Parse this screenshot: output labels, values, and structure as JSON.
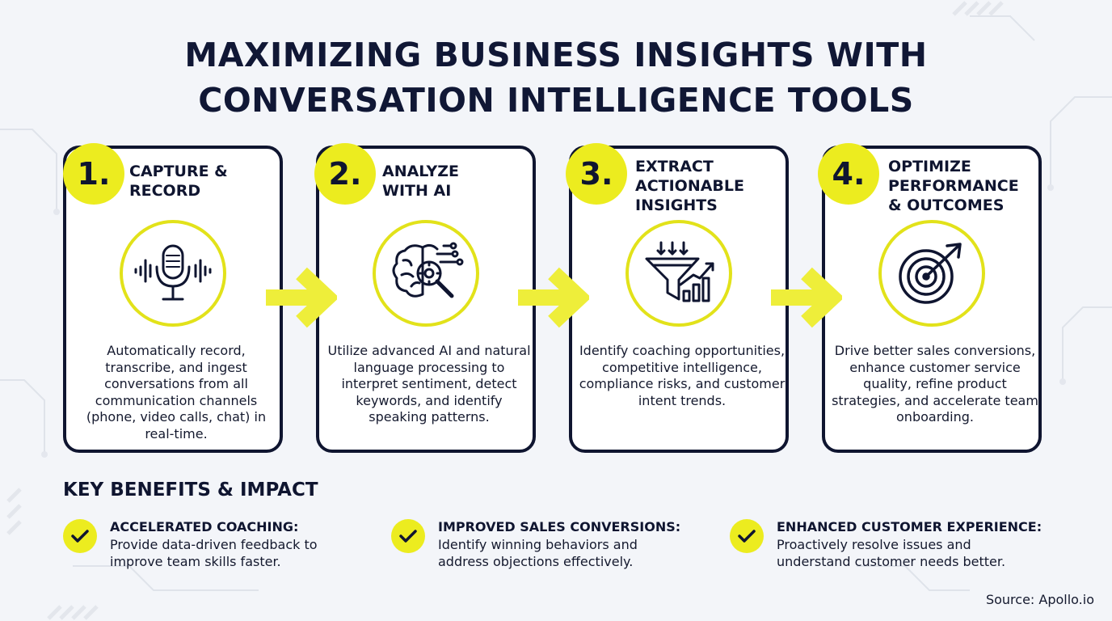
{
  "title": {
    "line1": "MAXIMIZING BUSINESS INSIGHTS WITH",
    "line2": "CONVERSATION INTELLIGENCE TOOLS"
  },
  "steps": [
    {
      "number": "1.",
      "title": "CAPTURE &\nRECORD",
      "icon": "microphone-soundwave-icon",
      "description": "Automatically record, transcribe, and ingest conversations from all communication channels (phone, video calls, chat) in real-time."
    },
    {
      "number": "2.",
      "title": "ANALYZE\nWITH AI",
      "icon": "brain-ai-magnifier-icon",
      "description": "Utilize advanced AI and natural language processing to interpret sentiment, detect keywords, and identify speaking patterns."
    },
    {
      "number": "3.",
      "title": "EXTRACT\nACTIONABLE\nINSIGHTS",
      "icon": "funnel-chart-icon",
      "description": "Identify coaching opportunities, competitive intelligence, compliance risks, and customer intent trends."
    },
    {
      "number": "4.",
      "title": "OPTIMIZE\nPERFORMANCE\n& OUTCOMES",
      "icon": "target-arrow-icon",
      "description": "Drive better sales conversions, enhance customer service quality, refine product strategies, and accelerate team onboarding."
    }
  ],
  "benefits_title": "KEY BENEFITS & IMPACT",
  "benefits": [
    {
      "heading": "ACCELERATED COACHING:",
      "text": "Provide data-driven feedback to\nimprove team skills faster."
    },
    {
      "heading": "IMPROVED SALES CONVERSIONS:",
      "text": "Identify winning behaviors and\naddress objections effectively."
    },
    {
      "heading": "ENHANCED CUSTOMER EXPERIENCE:",
      "text": "Proactively resolve issues and\nunderstand customer needs better."
    }
  ],
  "source": "Source: Apollo.io",
  "colors": {
    "accent_yellow": "#ecec1f",
    "navy": "#0f1530",
    "background": "#f3f5f9",
    "arrow_yellow": "#eeee3a"
  }
}
